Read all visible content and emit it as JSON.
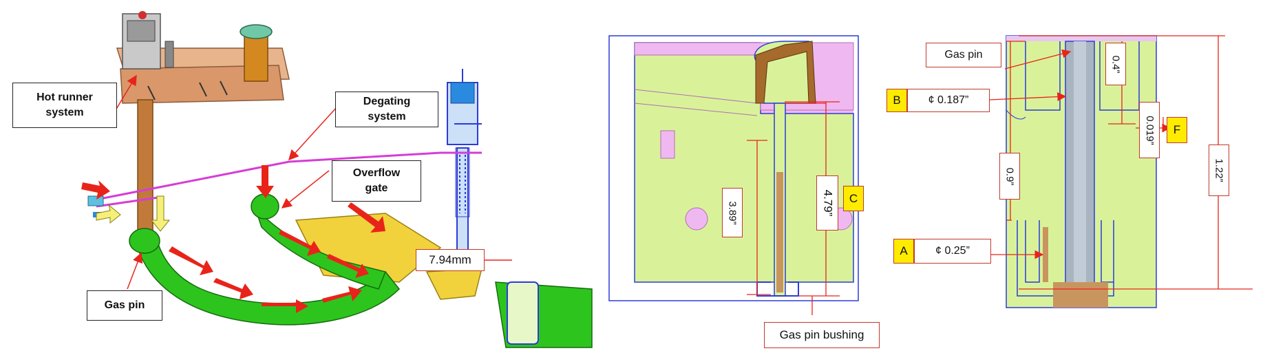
{
  "left_panel": {
    "hot_runner_label": [
      "Hot runner",
      "system"
    ],
    "degating_label": [
      "Degating",
      "system"
    ],
    "overflow_label": [
      "Overflow",
      "gate"
    ],
    "gas_pin_label": "Gas pin",
    "dimension_label": "7.94mm"
  },
  "middle_panel": {
    "dim_389": "3.89”",
    "dim_479": "4.79”",
    "callout_c": "C",
    "bushing_label": "Gas pin bushing"
  },
  "right_panel": {
    "gas_pin_label": "Gas pin",
    "callout_b": "B",
    "diam_b": "¢ 0.187”",
    "callout_a": "A",
    "diam_a": "¢ 0.25”",
    "callout_f": "F",
    "dim_04": "0.4”",
    "dim_0019": "0.019”",
    "dim_09": "0.9”",
    "dim_122": "1.22”"
  },
  "colors": {
    "mold_green": "#d9f29a",
    "part_green": "#2ec41e",
    "pink": "#f0b8f0",
    "copper": "#c8955f",
    "arrow_red": "#e8241a",
    "outline_blue": "#2b3bd8",
    "magenta": "#d63cd6"
  }
}
